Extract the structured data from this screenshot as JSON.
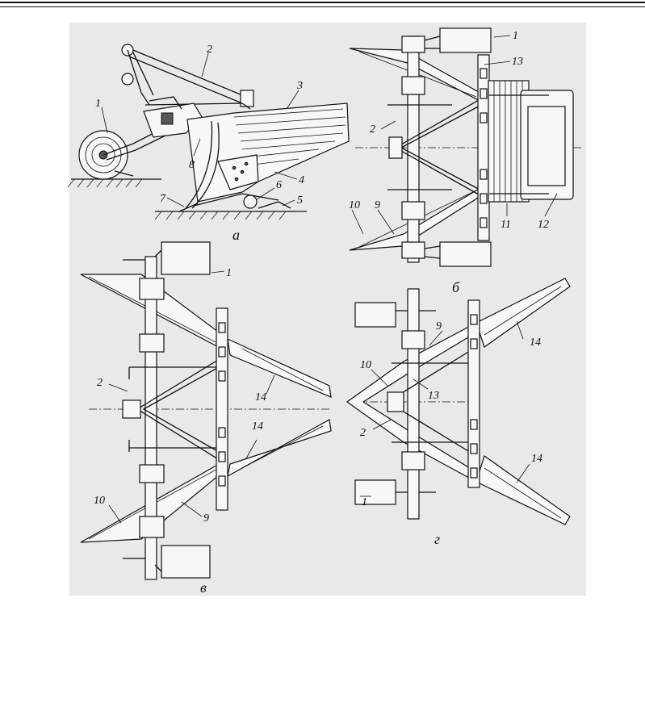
{
  "figure": {
    "panels": [
      {
        "id": "a",
        "caption": "а",
        "labels": [
          "1",
          "2",
          "3",
          "4",
          "5",
          "6",
          "7",
          "8"
        ]
      },
      {
        "id": "b",
        "caption": "б",
        "labels": [
          "1",
          "13",
          "2",
          "10",
          "9",
          "11",
          "12"
        ]
      },
      {
        "id": "v",
        "caption": "в",
        "labels": [
          "1",
          "2",
          "14",
          "14",
          "10",
          "9"
        ]
      },
      {
        "id": "g",
        "caption": "г",
        "labels": [
          "9",
          "14",
          "10",
          "13",
          "2",
          "14",
          "1"
        ]
      }
    ]
  },
  "colors": {
    "ink": "#111111",
    "panel_bg": "#e9e9e9",
    "page_bg": "#ffffff"
  }
}
